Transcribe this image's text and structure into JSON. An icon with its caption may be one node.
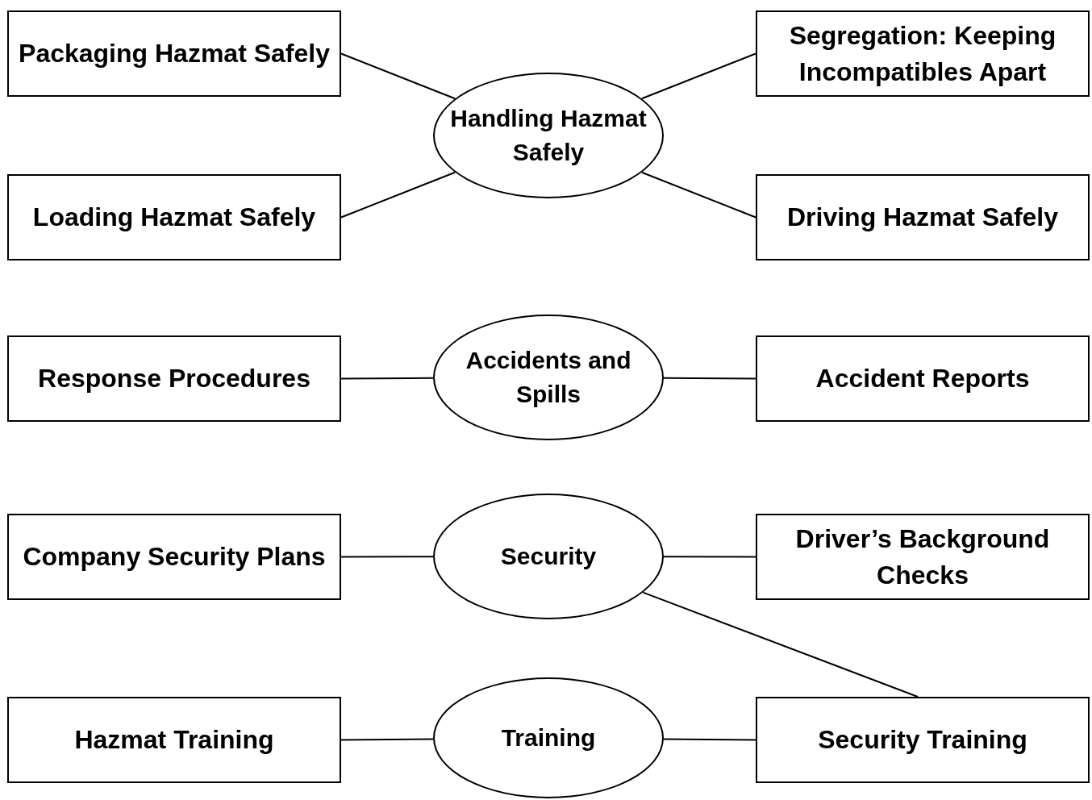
{
  "diagram": {
    "nodes": [
      {
        "text": [
          "Packaging Hazmat Safely"
        ]
      },
      {
        "text": [
          "Handling Hazmat Safely"
        ]
      },
      {
        "text": [
          "Segregation: Keeping Incompatibles Apart"
        ]
      },
      {
        "text": [
          "Loading Hazmat Safely"
        ]
      },
      {
        "text": [
          "Driving Hazmat Safely"
        ]
      },
      {
        "text": [
          "Response Procedures"
        ]
      },
      {
        "text": [
          "Accidents and Spills"
        ]
      },
      {
        "text": [
          "Accident Reports"
        ]
      },
      {
        "text": [
          "Company Security Plans"
        ]
      },
      {
        "text": [
          "Security"
        ]
      },
      {
        "text": [
          "Driver’s Background Checks"
        ]
      },
      {
        "text": [
          "Hazmat Training"
        ]
      },
      {
        "text": [
          "Training"
        ]
      },
      {
        "text": [
          "Security Training"
        ]
      }
    ],
    "edges": [
      {
        "from": 1,
        "to": 0,
        "arrow": "none"
      },
      {
        "from": 1,
        "to": 2,
        "arrow": "none"
      },
      {
        "from": 1,
        "to": 3,
        "arrow": "none"
      },
      {
        "from": 1,
        "to": 4,
        "arrow": "none"
      },
      {
        "from": 6,
        "to": 5,
        "arrow": "none"
      },
      {
        "from": 6,
        "to": 7,
        "arrow": "none"
      },
      {
        "from": 9,
        "to": 8,
        "arrow": "none"
      },
      {
        "from": 9,
        "to": 10,
        "arrow": "none"
      },
      {
        "from": 9,
        "to": 13,
        "arrow": "none"
      },
      {
        "from": 12,
        "to": 11,
        "arrow": "none"
      },
      {
        "from": 12,
        "to": 13,
        "arrow": "none"
      }
    ]
  }
}
